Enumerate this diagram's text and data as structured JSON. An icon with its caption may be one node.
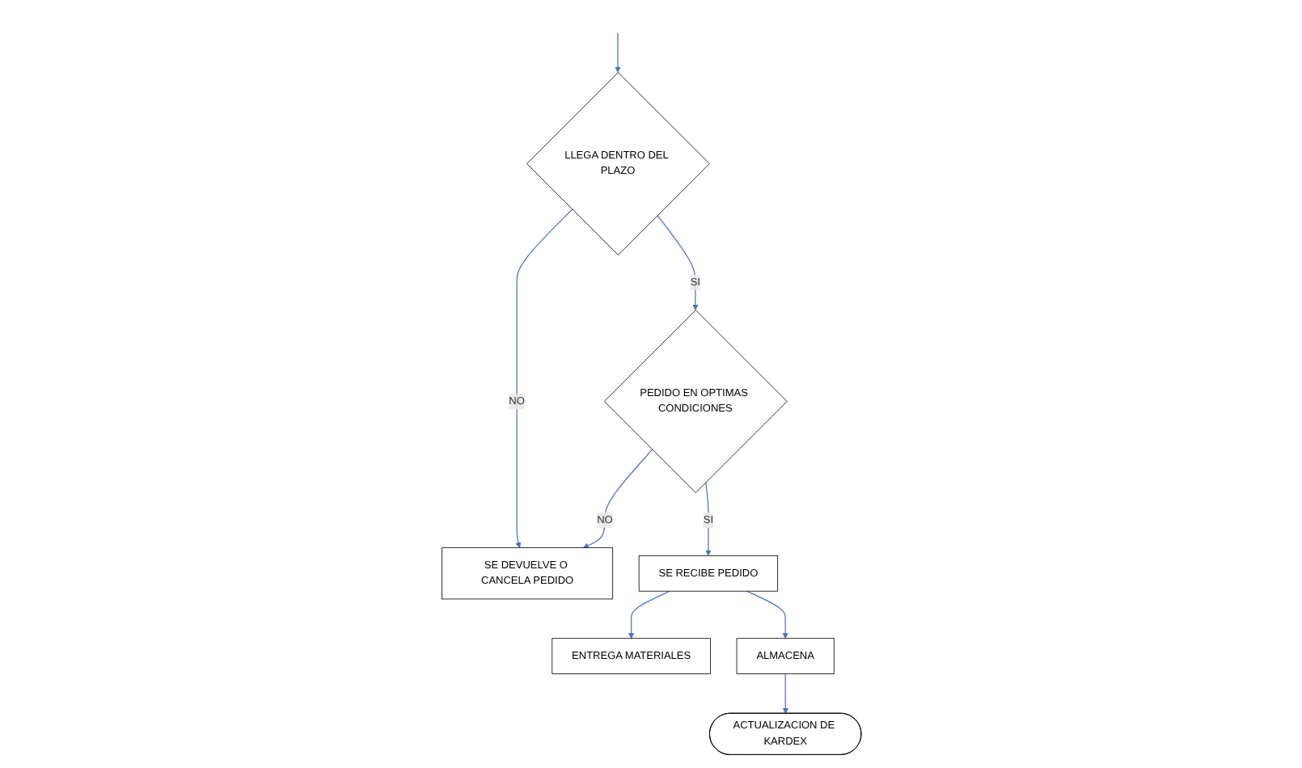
{
  "diagram": {
    "nodes": [
      {
        "text": [
          "LLEGA DENTRO DEL PLAZO"
        ]
      },
      {
        "text": [
          "SE DEVUELVE O CANCELA PEDIDO"
        ]
      },
      {
        "text": [
          "PEDIDO EN OPTIMAS CONDICIONES"
        ]
      },
      {
        "text": [
          "ENTREGA MATERIALES"
        ]
      },
      {
        "text": [
          "SE RECIBE PEDIDO"
        ]
      },
      {
        "text": [
          "ALMACENA"
        ]
      },
      {
        "text": [
          "ACTUALIZACION DE KARDEX"
        ]
      }
    ],
    "edges": [
      {
        "from": null,
        "to": 0,
        "arrow": "to"
      },
      {
        "from": 0,
        "to": 1,
        "label": "NO",
        "arrow": "to"
      },
      {
        "from": 0,
        "to": 2,
        "label": "SI",
        "arrow": "to"
      },
      {
        "from": 2,
        "to": 1,
        "label": "NO",
        "arrow": "to"
      },
      {
        "from": 2,
        "to": 4,
        "label": "SI",
        "arrow": "to"
      },
      {
        "from": 4,
        "to": 3,
        "arrow": "to"
      },
      {
        "from": 4,
        "to": 5,
        "arrow": "to"
      },
      {
        "from": 5,
        "to": 6,
        "arrow": "to"
      }
    ]
  }
}
